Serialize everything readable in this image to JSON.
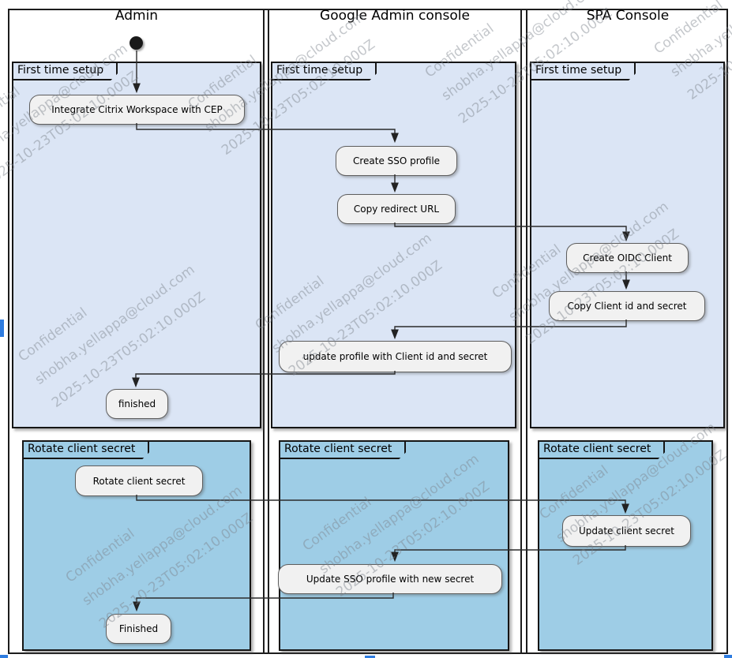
{
  "diagram": {
    "lanes": [
      {
        "title": "Admin"
      },
      {
        "title": "Google Admin console"
      },
      {
        "title": "SPA Console"
      }
    ],
    "partition_labels": {
      "first_time": "First time setup",
      "rotate": "Rotate client secret"
    },
    "activities": {
      "integrate": "Integrate Citrix Workspace with CEP",
      "create_sso": "Create SSO profile",
      "copy_redirect": "Copy redirect URL",
      "create_oidc": "Create OIDC Client",
      "copy_client": "Copy Client id and secret",
      "update_profile": "update profile with Client id and secret",
      "finished_first": "finished",
      "rotate_secret": "Rotate client secret",
      "update_client_secret": "Update client secret",
      "update_sso": "Update SSO profile with new secret",
      "finished_rotate": "Finished"
    },
    "watermark": {
      "line1": "Confidential",
      "line2": "shobha.yellappa@cloud.com",
      "line3": "2025-10-23T05:02:10.000Z"
    },
    "colors": {
      "partition_first_fill": "#dbe5f5",
      "partition_rotate_fill": "#9ecde6",
      "activity_fill": "#f1f1f1",
      "activity_border": "#5e5e5e",
      "frame_border": "#1c1c1c",
      "start_node": "#1a1a1a",
      "watermark_text": "#7d828c",
      "selection_artifact_blue": "#2e7ce0"
    }
  }
}
